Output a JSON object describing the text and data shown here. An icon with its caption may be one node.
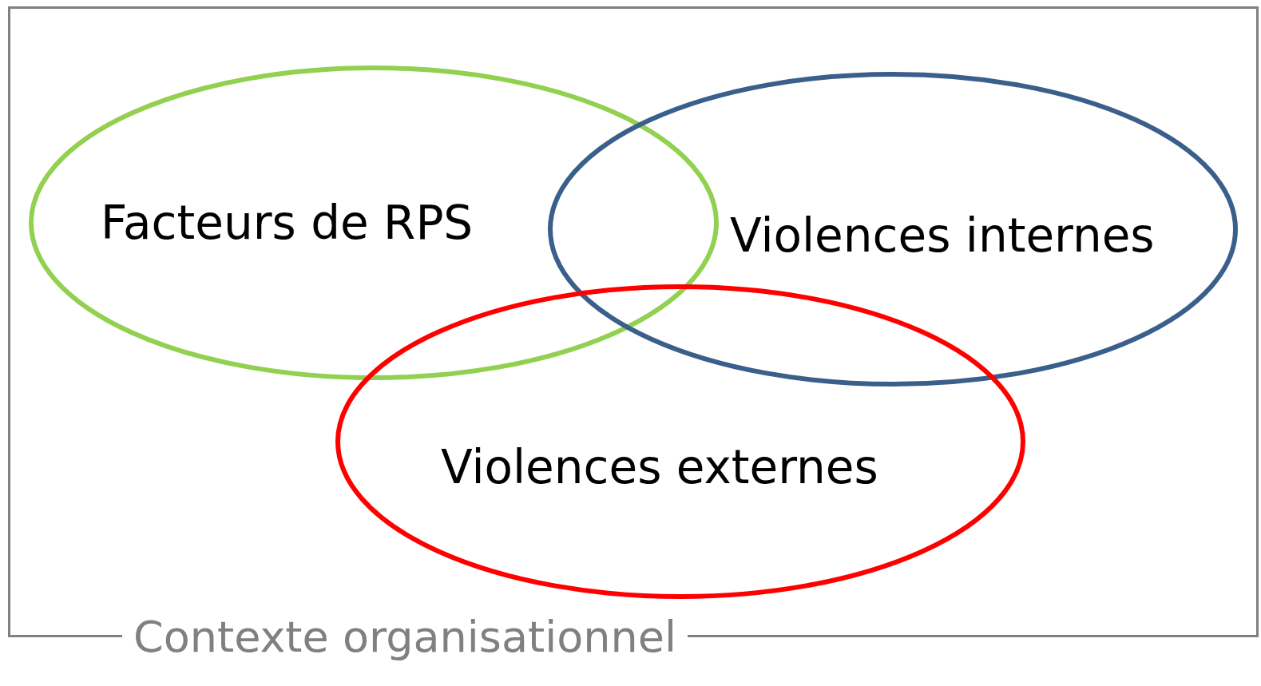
{
  "diagram": {
    "nodes": [
      {
        "text": [
          "Contexte organisationnel"
        ]
      },
      {
        "text": [
          "Facteurs de RPS"
        ],
        "in": 0
      },
      {
        "text": [
          "Violences internes"
        ],
        "in": 0
      },
      {
        "text": [
          "Violences externes"
        ],
        "in": 0
      }
    ]
  }
}
